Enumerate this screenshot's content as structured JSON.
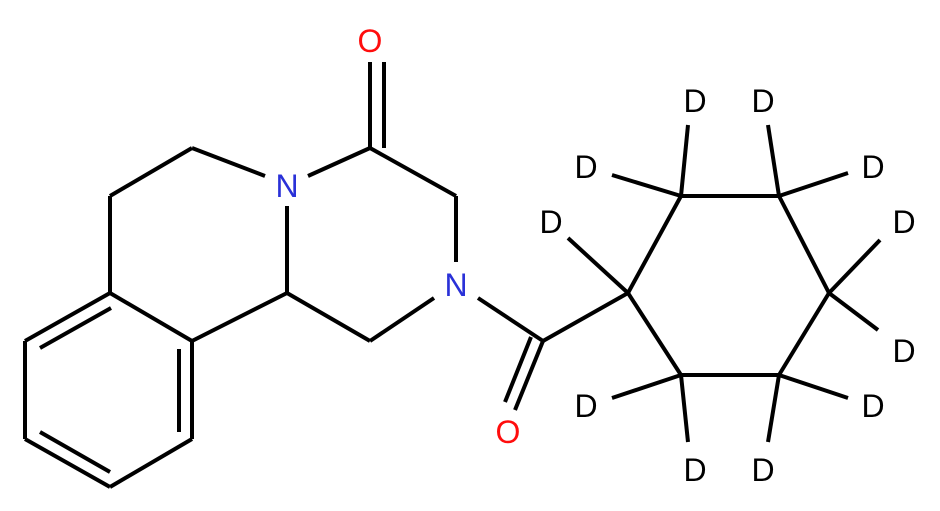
{
  "atoms": {
    "O_top": "O",
    "N_ring": "N",
    "N_amide": "N",
    "O_amide": "O",
    "D1": "D",
    "D2": "D",
    "D3": "D",
    "D4": "D",
    "D5": "D",
    "D6": "D",
    "D7": "D",
    "D8": "D",
    "D9": "D",
    "D10": "D",
    "D11": "D"
  },
  "colors": {
    "O": "#ff0d0d",
    "N": "#2a31d8",
    "D": "#000000",
    "bond": "#000000"
  }
}
